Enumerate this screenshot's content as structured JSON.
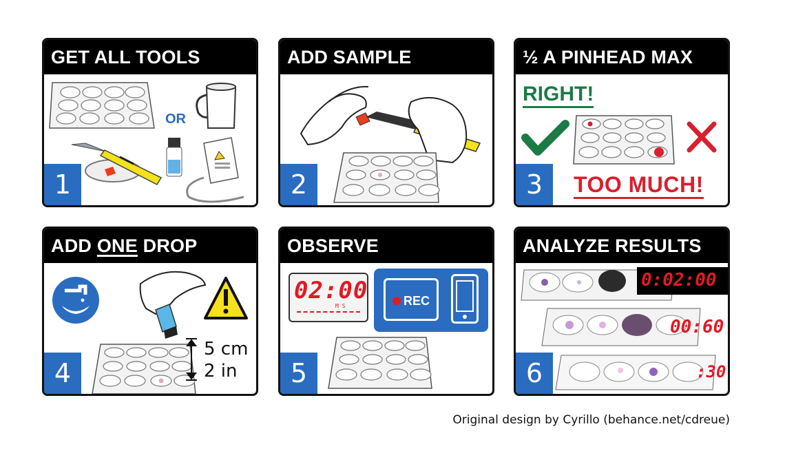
{
  "steps": [
    {
      "number": "1",
      "title": "GET ALL TOOLS",
      "or_label": "OR"
    },
    {
      "number": "2",
      "title": "ADD SAMPLE"
    },
    {
      "number": "3",
      "title": "½ A PINHEAD MAX",
      "right_label": "RIGHT!",
      "too_much_label": "TOO MUCH!"
    },
    {
      "number": "4",
      "title_pre": "ADD ",
      "title_emph": "ONE",
      "title_post": " DROP",
      "height_cm": "5 cm",
      "height_in": "2 in"
    },
    {
      "number": "5",
      "title": "OBSERVE",
      "timer": "02:00",
      "timer_units": "M  S",
      "rec_label": "REC"
    },
    {
      "number": "6",
      "title": "ANALYZE RESULTS",
      "timers": [
        "0:02:00",
        "00:60",
        ":30"
      ]
    }
  ],
  "credit": "Original design by Cyrillo (behance.net/cdreue)",
  "colors": {
    "step_badge": "#2a6cc0",
    "right": "#1c7a45",
    "wrong": "#d8202f",
    "timer": "#e01a24"
  },
  "icons": [
    "well-plate-icon",
    "mug-icon",
    "scalpel-icon",
    "vial-icon",
    "hand-icon",
    "check-icon",
    "cross-icon",
    "handwash-icon",
    "warning-icon",
    "clock-icon",
    "record-icon",
    "phone-icon"
  ]
}
